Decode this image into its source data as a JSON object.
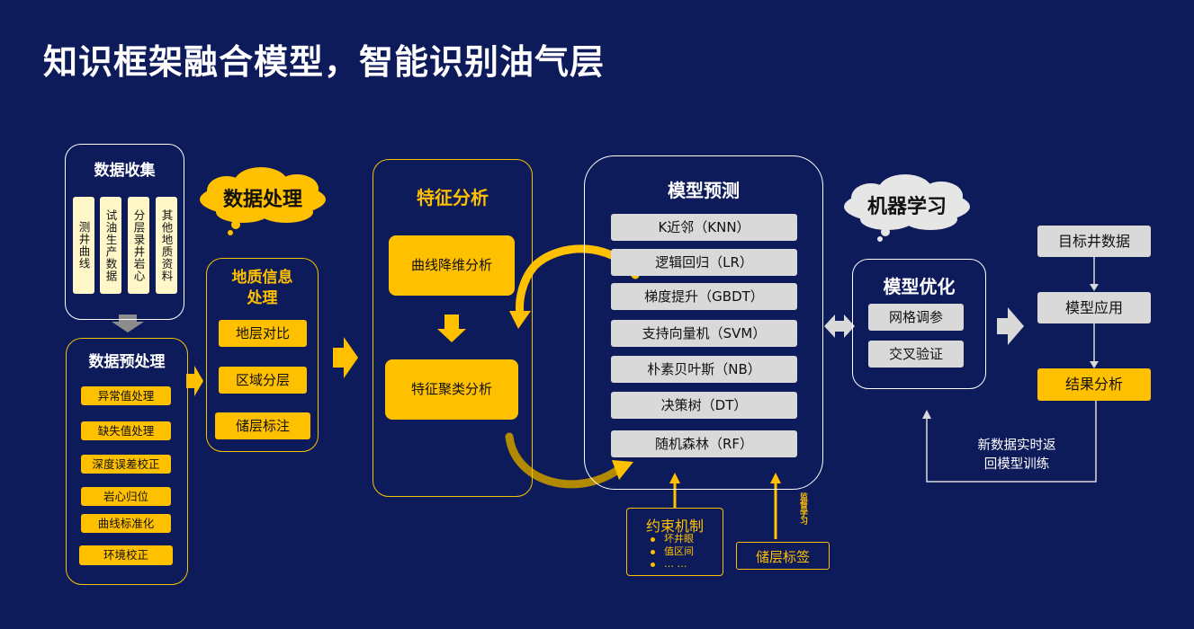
{
  "title": "知识框架融合模型，智能识别油气层",
  "collect": {
    "title": "数据收集",
    "items": [
      "测井曲线",
      "试油生产数据",
      "分层录井岩心",
      "其他地质资料"
    ]
  },
  "preprocess": {
    "title": "数据预处理",
    "items": [
      "异常值处理",
      "缺失值处理",
      "深度误差校正",
      "岩心归位",
      "曲线标准化",
      "环境校正"
    ]
  },
  "cloud_data": "数据处理",
  "geo": {
    "title": "地质信息处理",
    "items": [
      "地层对比",
      "区域分层",
      "储层标注"
    ]
  },
  "feature": {
    "title": "特征分析",
    "items": [
      "曲线降维分析",
      "特征聚类分析"
    ]
  },
  "model": {
    "title": "模型预测",
    "items": [
      "K近邻（KNN）",
      "逻辑回归（LR）",
      "梯度提升（GBDT）",
      "支持向量机（SVM）",
      "朴素贝叶斯（NB）",
      "决策树（DT）",
      "随机森林（RF）"
    ]
  },
  "constraint": {
    "title": "约束机制",
    "items": [
      "坏井眼",
      "值区间",
      "…   …"
    ]
  },
  "reservoir_label": "储层标签",
  "supervised": "监督学习",
  "cloud_ml": "机器学习",
  "optimize": {
    "title": "模型优化",
    "items": [
      "网格调参",
      "交叉验证"
    ]
  },
  "right": {
    "items": [
      "目标井数据",
      "模型应用",
      "结果分析"
    ],
    "feedback": "新数据实时返回模型训练"
  },
  "colors": {
    "background": "#0e1b5b",
    "accent": "#ffc000",
    "card": "#d9d9d9",
    "cream": "#fff7c8"
  }
}
